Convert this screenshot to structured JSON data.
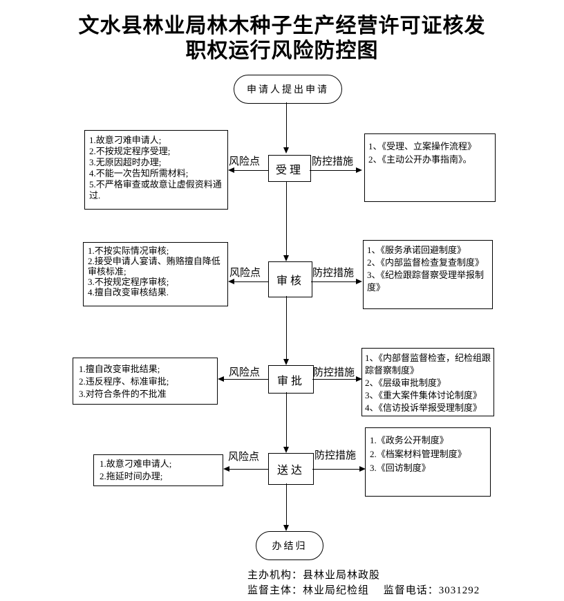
{
  "title": {
    "line1": "文水县林业局林木种子生产经营许可证核发",
    "line2": "职权运行风险防控图"
  },
  "start_node": "申请人提出申请",
  "end_node": "办结归",
  "labels": {
    "risk": "风险点",
    "control": "防控措施"
  },
  "stages": [
    {
      "name": "受理",
      "risks": [
        "1.故意刁难申请人;",
        "2.不按规定程序受理;",
        "3.无原因超时办理;",
        "4.不能一次告知所需材料;",
        "5.不严格审查或故意让虚假资料通过."
      ],
      "measures": [
        "1、《受理、立案操作流程》",
        "2、《主动公开办事指南》。"
      ]
    },
    {
      "name": "审核",
      "risks": [
        "1.不按实际情况审核;",
        "2.接受申请人宴请、贿赂擅自降低审核标准;",
        "3.不按规定程序审核;",
        "4.擅自改变审核结果."
      ],
      "measures": [
        "1、《服务承诺回避制度》",
        "2、《内部监督检查复查制度》",
        "3、《纪检跟踪督察受理举报制度》"
      ]
    },
    {
      "name": "审批",
      "risks": [
        "1.擅自改变审批结果;",
        "2.违反程序、标准审批;",
        "3.对符合条件的不批准"
      ],
      "measures": [
        "1、《内部督监督检查，纪检组跟踪督察制度》",
        "2、《层级审批制度》",
        "3、《重大案件集体讨论制度》",
        "4、《信访投诉举报受理制度》"
      ]
    },
    {
      "name": "送达",
      "risks": [
        "1.故意刁难申请人;",
        "2.拖延时间办理;"
      ],
      "measures": [
        "1.《政务公开制度》",
        "2.《档案材料管理制度》",
        "3.《回访制度》"
      ]
    }
  ],
  "footer": {
    "line1": "主办机构：县林业局林政股",
    "line2": "监督主体：林业局纪检组　 监督电话：3031292"
  }
}
